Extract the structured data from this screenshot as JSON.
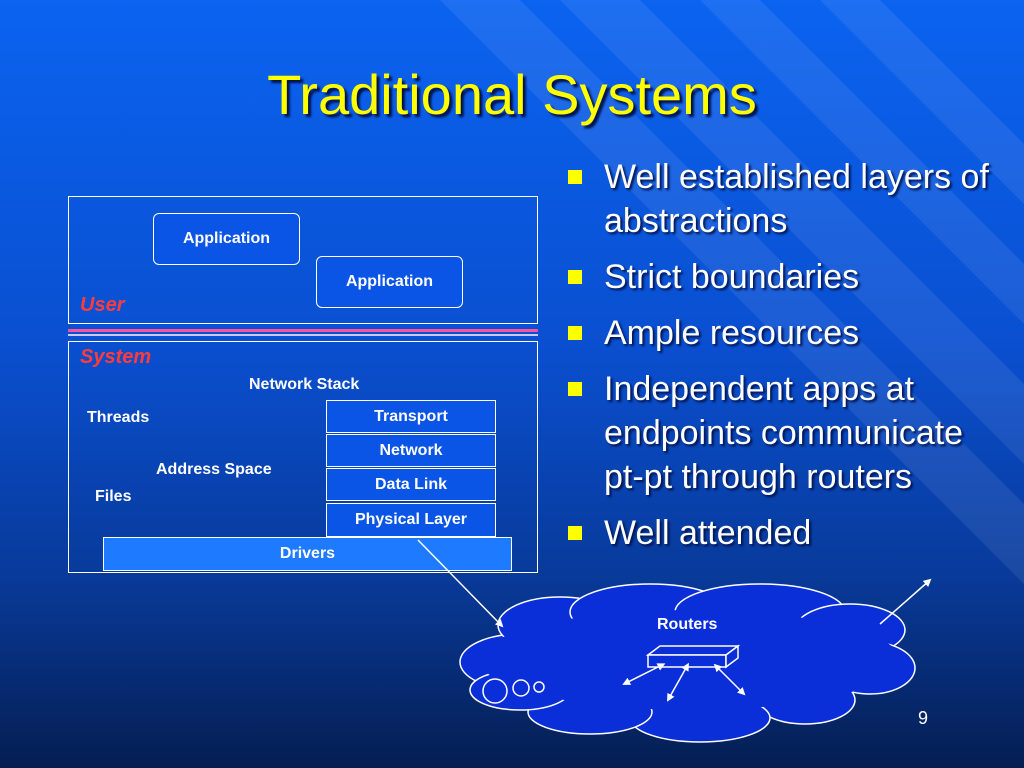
{
  "slide": {
    "title": "Traditional Systems",
    "page_number": "9"
  },
  "bullets": [
    "Well established layers of abstractions",
    "Strict boundaries",
    "Ample resources",
    "Independent apps at endpoints communicate pt-pt through routers",
    "Well attended"
  ],
  "diagram": {
    "user_label": "User",
    "system_label": "System",
    "apps": [
      "Application",
      "Application"
    ],
    "network_stack_label": "Network Stack",
    "threads_label": "Threads",
    "address_space_label": "Address Space",
    "files_label": "Files",
    "layers": [
      "Transport",
      "Network",
      "Data Link",
      "Physical Layer"
    ],
    "drivers_label": "Drivers",
    "routers_label": "Routers"
  },
  "colors": {
    "title": "#ffff00",
    "bullet_marker": "#ffff00",
    "domain_label": "#ff3b3b",
    "separator": "#ff4f9d",
    "cloud_fill": "#0a2fd8"
  }
}
